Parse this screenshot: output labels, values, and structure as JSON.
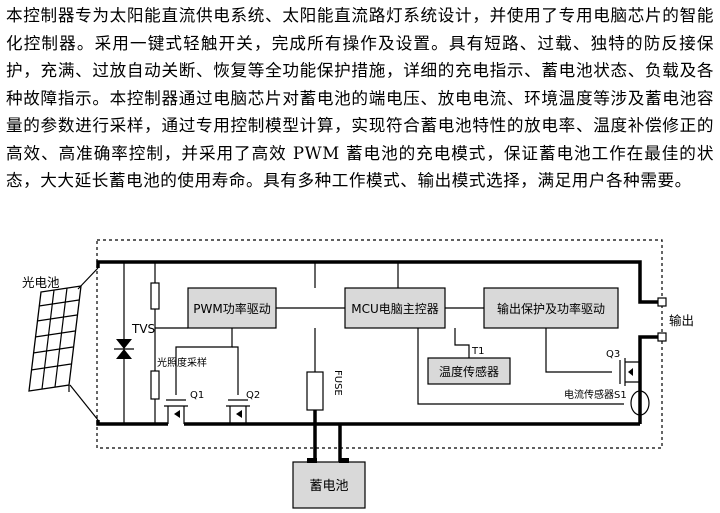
{
  "paragraph": "本控制器专为太阳能直流供电系统、太阳能直流路灯系统设计，并使用了专用电脑芯片的智能化控制器。采用一键式轻触开关，完成所有操作及设置。具有短路、过载、独特的防反接保护，充满、过放自动关断、恢复等全功能保护措施，详细的充电指示、蓄电池状态、负载及各种故障指示。本控制器通过电脑芯片对蓄电池的端电压、放电电流、环境温度等涉及蓄电池容量的参数进行采样，通过专用控制模型计算，实现符合蓄电池特性的放电率、温度补偿修正的高效、高准确率控制，并采用了高效 PWM 蓄电池的充电模式，保证蓄电池工作在最佳的状态，大大延长蓄电池的使用寿命。具有多种工作模式、输出模式选择，满足用户各种需要。",
  "diagram": {
    "solar_label": "光电池",
    "tvs_label": "TVS",
    "light_sample_label": "光照度采样",
    "pwm_block": "PWM功率驱动",
    "mcu_block": "MCU电脑主控器",
    "output_block": "输出保护及功率驱动",
    "temp_block": "温度传感器",
    "t1_label": "T1",
    "q1_label": "Q1",
    "q2_label": "Q2",
    "q3_label": "Q3",
    "fuse_label": "FUSE",
    "current_sensor_label": "电流传感器S1",
    "output_label": "输出",
    "battery_label": "蓄电池"
  }
}
